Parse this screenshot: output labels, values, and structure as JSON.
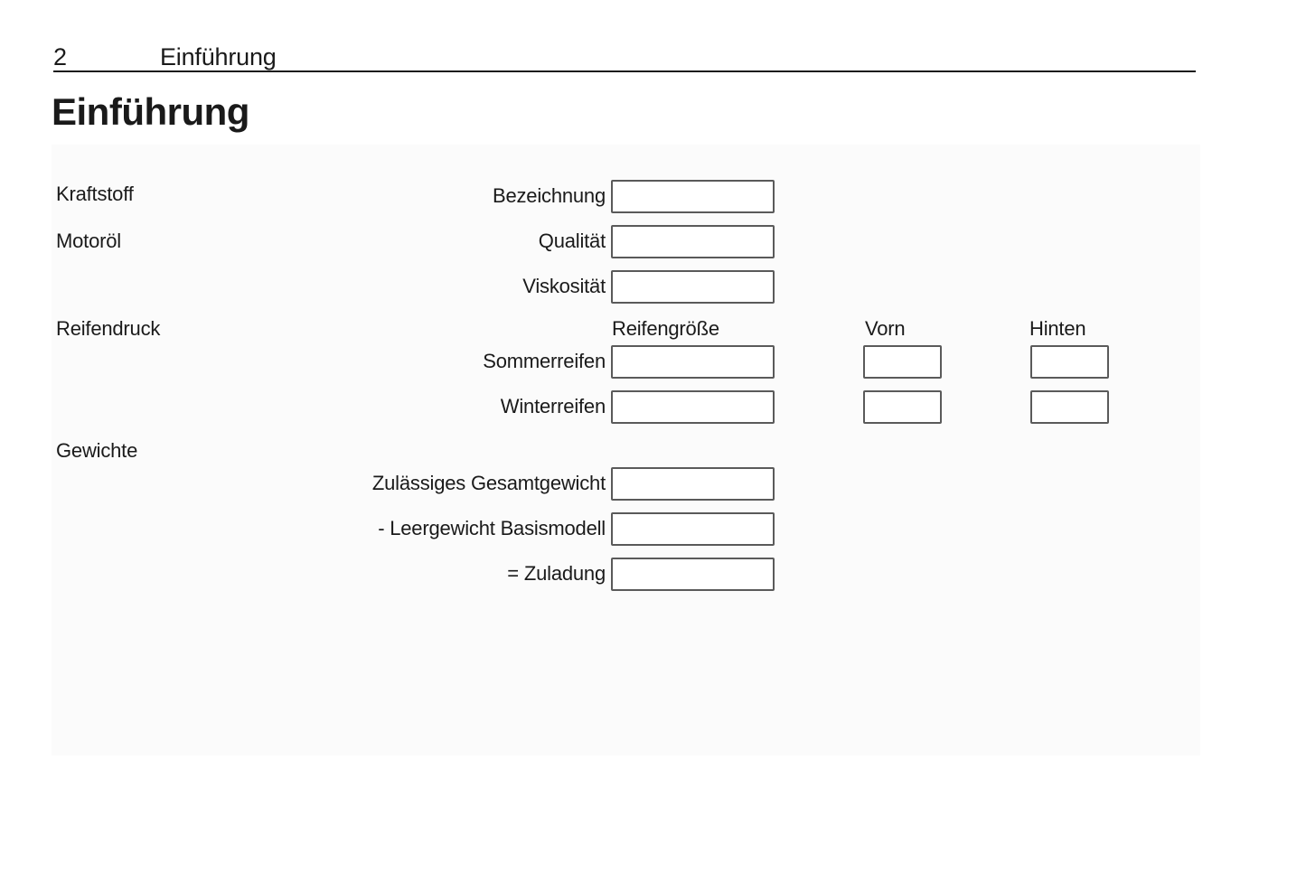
{
  "header": {
    "page_number": "2",
    "chapter": "Einführung"
  },
  "title": "Einführung",
  "form": {
    "section_labels": {
      "fuel": "Kraftstoff",
      "oil": "Motoröl",
      "tire_pressure": "Reifendruck",
      "weights": "Gewichte"
    },
    "column_headers": {
      "tire_size": "Reifengröße",
      "front": "Vorn",
      "rear": "Hinten"
    },
    "fields": {
      "designation": {
        "label": "Bezeichnung",
        "value": ""
      },
      "quality": {
        "label": "Qualität",
        "value": ""
      },
      "viscosity": {
        "label": "Viskosität",
        "value": ""
      },
      "summer_tires": {
        "label": "Sommerreifen",
        "size": "",
        "front": "",
        "rear": ""
      },
      "winter_tires": {
        "label": "Winterreifen",
        "size": "",
        "front": "",
        "rear": ""
      },
      "gross_weight": {
        "label": "Zulässiges Gesamtgewicht",
        "value": ""
      },
      "curb_weight": {
        "label": "- Leergewicht Basismodell",
        "value": ""
      },
      "payload": {
        "label": "= Zuladung",
        "value": ""
      }
    }
  },
  "colors": {
    "text": "#1a1a1a",
    "box_border": "#5a5a5a",
    "panel_bg": "#fbfbfb",
    "rule": "#1c1c1c"
  }
}
